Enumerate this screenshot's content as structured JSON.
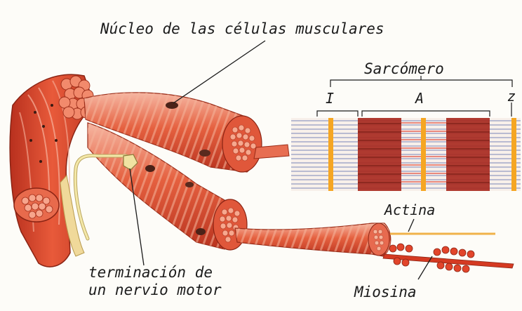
{
  "labels": {
    "nucleo": "Núcleo de las células musculares",
    "sarcomero": "Sarcómero",
    "band_i": "I",
    "band_a": "A",
    "line_z": "z",
    "actina": "Actina",
    "terminacion_line1": "terminación de",
    "terminacion_line2": "un  nervio motor",
    "miosina": "Miosina"
  },
  "colors": {
    "muscle_red": "#d9482e",
    "muscle_dark": "#a82a1c",
    "muscle_light": "#f3a08a",
    "band_orange": "#f5a623",
    "sarcomere_dark": "#a82a20",
    "nerve_yellow": "#e8d98a",
    "filament_blue": "#7a86b8"
  }
}
